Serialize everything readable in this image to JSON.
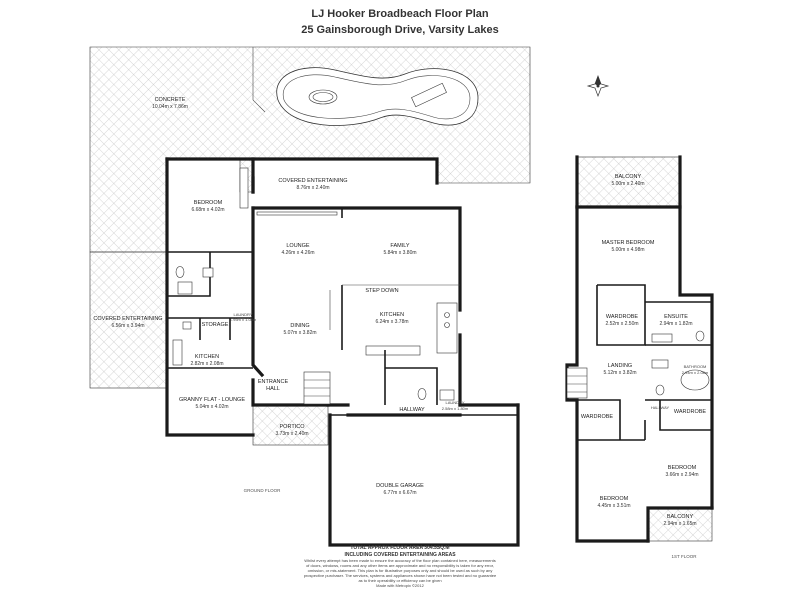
{
  "title": {
    "line1": "LJ Hooker Broadbeach Floor Plan",
    "line2": "25 Gainsborough Drive, Varsity Lakes"
  },
  "ground_floor": {
    "label": "GROUND FLOOR",
    "rooms": {
      "concrete": {
        "name": "CONCRETE",
        "dim": "10.04m x 7.86m"
      },
      "covered_ent_top": {
        "name": "COVERED ENTERTAINING",
        "dim": "8.76m x 2.40m"
      },
      "bedroom": {
        "name": "BEDROOM",
        "dim": "6.68m x 4.02m"
      },
      "lounge": {
        "name": "LOUNGE",
        "dim": "4.26m x 4.26m"
      },
      "family": {
        "name": "FAMILY",
        "dim": "5.84m x 3.80m"
      },
      "step_down": {
        "name": "STEP DOWN"
      },
      "covered_ent_left": {
        "name": "COVERED ENTERTAINING",
        "dim": "6.56m x 3.94m"
      },
      "storage": {
        "name": "STORAGE"
      },
      "laundry_small": {
        "name": "LAUNDRY",
        "dim": "1.95m x 1.08m"
      },
      "dining": {
        "name": "DINING",
        "dim": "5.07m x 3.82m"
      },
      "kitchen_main": {
        "name": "KITCHEN",
        "dim": "6.24m x 3.78m"
      },
      "kitchen_granny": {
        "name": "KITCHEN",
        "dim": "2.82m x 2.08m"
      },
      "entrance": {
        "name": "ENTRANCE",
        "name2": "HALL"
      },
      "granny_lounge": {
        "name": "GRANNY FLAT - LOUNGE",
        "dim": "5.04m x 4.02m"
      },
      "hallway": {
        "name": "HALLWAY"
      },
      "laundry": {
        "name": "LAUNDRY",
        "dim": "2.58m x 1.80m"
      },
      "portico": {
        "name": "PORTICO",
        "dim": "3.73m x 2.40m"
      },
      "garage": {
        "name": "DOUBLE GARAGE",
        "dim": "6.77m x 6.67m"
      }
    }
  },
  "first_floor": {
    "label": "1ST FLOOR",
    "rooms": {
      "balcony_top": {
        "name": "BALCONY",
        "dim": "5.00m x 2.40m"
      },
      "master": {
        "name": "MASTER BEDROOM",
        "dim": "5.00m x 4.98m"
      },
      "wardrobe_master": {
        "name": "WARDROBE",
        "dim": "2.52m x 2.50m"
      },
      "ensuite": {
        "name": "ENSUITE",
        "dim": "2.94m x 1.82m"
      },
      "landing": {
        "name": "LANDING",
        "dim": "5.12m x 3.82m"
      },
      "bathroom": {
        "name": "BATHROOM",
        "dim": "2.94m x 2.08m"
      },
      "hallway": {
        "name": "HALLWAY"
      },
      "wardrobe_left": {
        "name": "WARDROBE"
      },
      "wardrobe_right": {
        "name": "WARDROBE"
      },
      "bedroom_right": {
        "name": "BEDROOM",
        "dim": "3.66m x 2.94m"
      },
      "bedroom_bottom": {
        "name": "BEDROOM",
        "dim": "4.45m x 3.51m"
      },
      "balcony_bottom": {
        "name": "BALCONY",
        "dim": "2.94m x 1.65m"
      }
    }
  },
  "footer": {
    "total": "TOTAL APPROX FLOOR AREA 304.5SQ.M",
    "including": "INCLUDING COVERED ENTERTAINING AREAS",
    "disclaimer": [
      "Whilst every attempt has been made to ensure the accuracy of the floor plan contained here, measurements",
      "of doors, windows, rooms and any other items are approximate and no responsibility is taken for any error,",
      "omission, or mis-statement. This plan is for illustrative purposes only and should be used as such by any",
      "prospective purchaser. The services, systems and appliances shown have not been tested and no guarantee",
      "as to their operability or efficiency can be given",
      "Made with Metropix ©2012"
    ]
  }
}
